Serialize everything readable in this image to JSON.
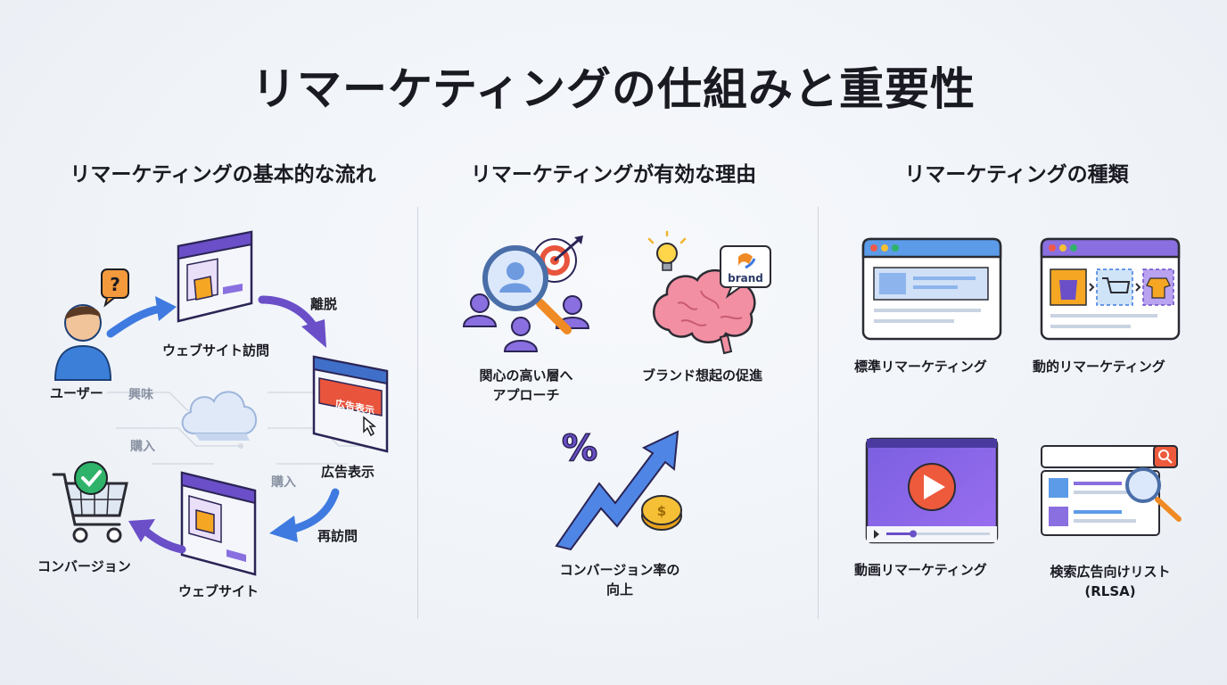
{
  "title": "リマーケティングの仕組みと重要性",
  "sections": {
    "flow": {
      "heading": "リマーケティングの基本的な流れ",
      "labels": {
        "user": "ユーザー",
        "visit": "ウェブサイト訪問",
        "leave": "離脱",
        "ad": "広告表示",
        "revisit": "再訪問",
        "website": "ウェブサイト",
        "conversion": "コンバージョン",
        "interest": "興味",
        "purchase1": "購入",
        "purchase2": "購入",
        "ad_banner": "広告表示"
      }
    },
    "reasons": {
      "heading": "リマーケティングが有効な理由",
      "items": [
        {
          "label": "関心の高い層へ\nアプローチ",
          "icon": "audience-target-icon"
        },
        {
          "label": "ブランド想起の促進",
          "icon": "brain-brand-icon"
        },
        {
          "label": "コンバージョン率の\n向上",
          "icon": "growth-arrow-icon"
        }
      ],
      "brand_bubble": "brand",
      "percent_glyph": "%",
      "coin_glyph": "$"
    },
    "types": {
      "heading": "リマーケティングの種類",
      "items": [
        {
          "label": "標準リマーケティング",
          "icon": "standard-browser-icon"
        },
        {
          "label": "動的リマーケティング",
          "icon": "dynamic-products-icon"
        },
        {
          "label": "動画リマーケティング",
          "icon": "video-player-icon"
        },
        {
          "label": "検索広告向けリスト\n(RLSA)",
          "icon": "search-list-icon"
        }
      ]
    }
  },
  "colors": {
    "purple": "#6a4fc8",
    "blue": "#3f7ae0",
    "orange": "#f08a24",
    "red": "#e8543c",
    "green": "#2fb36a"
  }
}
